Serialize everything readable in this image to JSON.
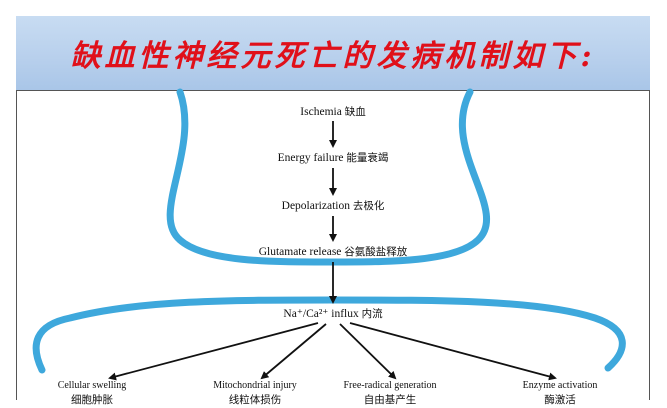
{
  "title": "缺血性神经元死亡的发病机制如下:",
  "colors": {
    "title_text": "#e0101a",
    "title_band": "#b7cfec",
    "curve": "#3ea8dc",
    "arrow": "#111111"
  },
  "diagram": {
    "chain": [
      {
        "en": "Ischemia",
        "cn": "缺血"
      },
      {
        "en": "Energy failure",
        "cn": "能量衰竭"
      },
      {
        "en": "Depolarization",
        "cn": "去极化"
      },
      {
        "en": "Glutamate release",
        "cn": "谷氨酸盐释放"
      },
      {
        "en": "Na⁺/Ca²⁺ influx",
        "cn": "内流"
      }
    ],
    "branches": [
      {
        "en": "Cellular swelling",
        "cn": "细胞肿胀"
      },
      {
        "en": "Mitochondrial injury",
        "cn": "线粒体损伤"
      },
      {
        "en": "Free-radical generation",
        "cn": "自由基产生"
      },
      {
        "en": "Enzyme activation",
        "cn": "酶激活"
      }
    ]
  }
}
